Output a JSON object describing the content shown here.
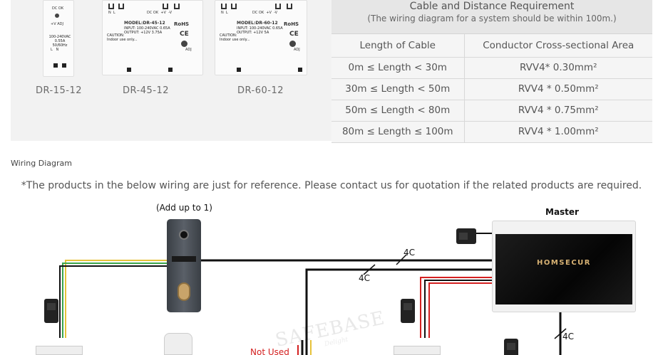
{
  "products": [
    {
      "model": "DR-15-12",
      "panel_top": "DC OK\n+V ADJ",
      "spec": "100-240VAC\n0.55A\n50/60Hz",
      "terminals": "L   N"
    },
    {
      "model": "DR-45-12",
      "panel_top": "N L    DC OK +V  -V",
      "spec_title": "MODEL:DR-45-12",
      "spec": "INPUT: 100-240VAC 0.65A\nOUTPUT: +12V 3.75A",
      "rohs": "RoHS",
      "ce": "CE",
      "adj": "ADJ"
    },
    {
      "model": "DR-60-12",
      "panel_top": "N L    DC OK +V  -V",
      "spec_title": "MODEL:DR-60-12",
      "spec": "INPUT: 100-240VAC 0.65A\nOUTPUT: +12V 5A",
      "rohs": "RoHS",
      "ce": "CE",
      "adj": "ADJ"
    }
  ],
  "requirement": {
    "title": "Cable and Distance Requirement",
    "subtitle": "(The wiring diagram for a system should be within 100m.)",
    "columns": [
      "Length of Cable",
      "Conductor Cross-sectional Area"
    ],
    "rows": [
      [
        "0m ≤ Length < 30m",
        "RVV4* 0.30mm²"
      ],
      [
        "30m ≤ Length < 50m",
        "RVV4 * 0.50mm²"
      ],
      [
        "50m ≤ Length < 80m",
        "RVV4 * 0.75mm²"
      ],
      [
        "80m ≤ Length ≤ 100m",
        "RVV4 * 1.00mm²"
      ]
    ]
  },
  "wiring": {
    "section_title": "Wiring Diagram",
    "notice": "*The products in the below wiring are just for reference. Please contact us for quotation if the related products are required.",
    "outdoor_caption": "(Add up to 1)",
    "master_caption": "Master",
    "brand": "HOMSECUR",
    "cable_labels": [
      "4C",
      "4C",
      "4C"
    ],
    "not_used": "Not Used",
    "watermark": "SAFEBASE",
    "watermark_sub": "Delight"
  },
  "colors": {
    "band": "#f2f2f2",
    "wire_black": "#111111",
    "wire_red": "#d42020",
    "wire_yellow": "#e6c23a",
    "wire_green": "#3aa54a",
    "brand_gold": "#d8b273"
  }
}
